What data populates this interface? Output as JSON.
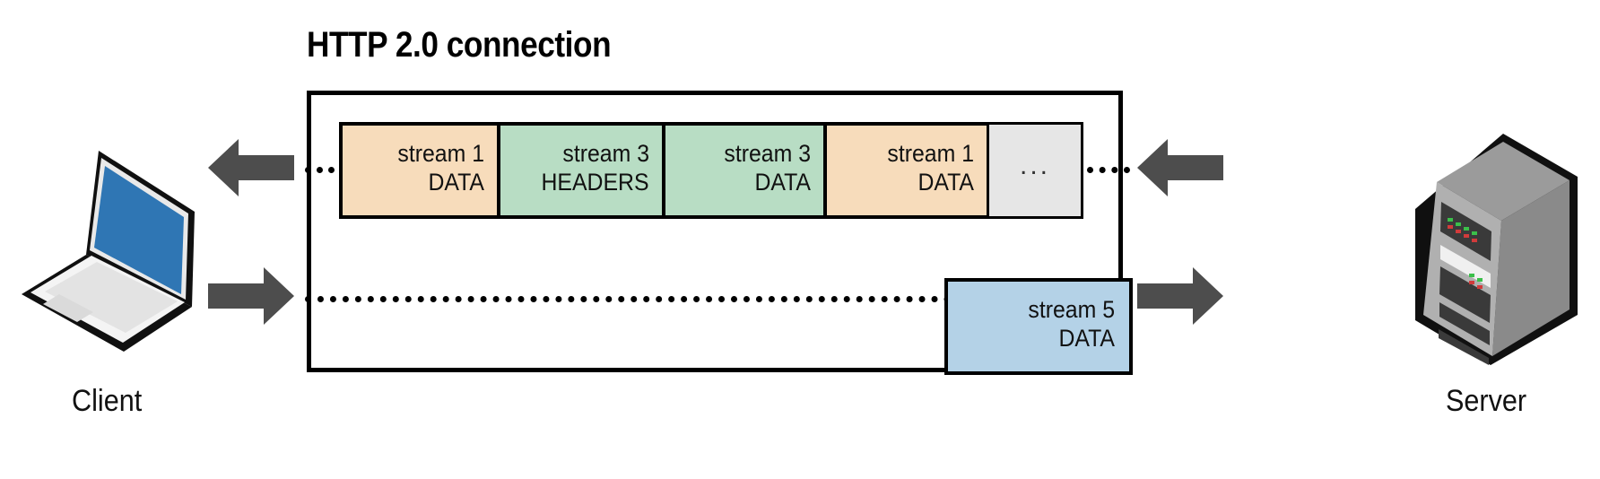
{
  "title": "HTTP 2.0 connection",
  "colors": {
    "frame_data_fill": "#f7dcbb",
    "frame_headers_fill": "#b8ddc4",
    "frame_upstream_fill": "#b4d2e7",
    "frame_ellipsis_fill": "#e6e6e6",
    "arrow_fill": "#4d4d4d",
    "outline": "#000000",
    "laptop_screen": "#2f76b4",
    "server_body": "#8c8c8c"
  },
  "endpoints": {
    "client": {
      "label": "Client",
      "icon": "laptop-icon"
    },
    "server": {
      "label": "Server",
      "icon": "server-tower-icon"
    }
  },
  "arrows": {
    "client_inbound": {
      "direction": "left",
      "name": "arrow-to-client"
    },
    "client_outbound": {
      "direction": "right",
      "name": "arrow-from-client"
    },
    "server_inbound": {
      "direction": "left",
      "name": "arrow-from-server"
    },
    "server_outbound": {
      "direction": "right",
      "name": "arrow-to-server"
    }
  },
  "downstream": {
    "direction": "server-to-client",
    "frames": [
      {
        "stream": "stream 1",
        "type": "DATA",
        "fill": "#f7dcbb",
        "width": 180
      },
      {
        "stream": "stream 3",
        "type": "HEADERS",
        "fill": "#b8ddc4",
        "width": 188
      },
      {
        "stream": "stream 3",
        "type": "DATA",
        "fill": "#b8ddc4",
        "width": 184
      },
      {
        "stream": "stream 1",
        "type": "DATA",
        "fill": "#f7dcbb",
        "width": 186
      }
    ],
    "ellipsis": "..."
  },
  "upstream": {
    "direction": "client-to-server",
    "frames": [
      {
        "stream": "stream 5",
        "type": "DATA",
        "fill": "#b4d2e7"
      }
    ]
  }
}
